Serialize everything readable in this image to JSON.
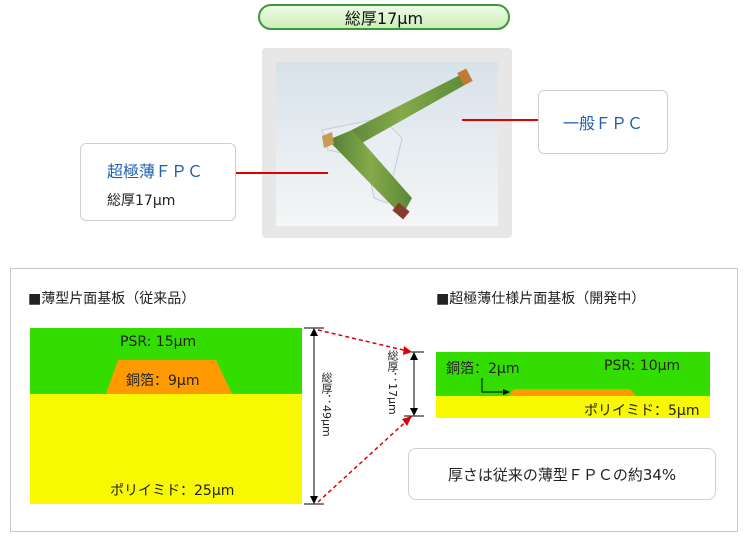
{
  "header": {
    "total_thickness": "総厚17μm"
  },
  "callouts": {
    "general_fpc": "一般ＦＰＣ",
    "ultra_thin_fpc": "超極薄ＦＰＣ",
    "ultra_thin_total": "総厚17μm"
  },
  "left_diagram": {
    "title": "■薄型片面基板（従来品）",
    "psr": "PSR: 15μm",
    "copper": "銅箔：9μm",
    "polyimide": "ポリイミド：25μm",
    "total": "総厚：49μm"
  },
  "right_diagram": {
    "title": "■超極薄仕様片面基板（開発中）",
    "psr": "PSR: 10μm",
    "copper": "銅箔：2μm",
    "polyimide": "ポリイミド：5μm",
    "total": "総厚：17μm"
  },
  "note": "厚さは従来の薄型ＦＰＣの約34%",
  "colors": {
    "green_layer": "#33dd00",
    "yellow_layer": "#f8f800",
    "copper_layer": "#ff9a00",
    "red_line": "#e00000",
    "callout_blue": "#2060b0"
  }
}
